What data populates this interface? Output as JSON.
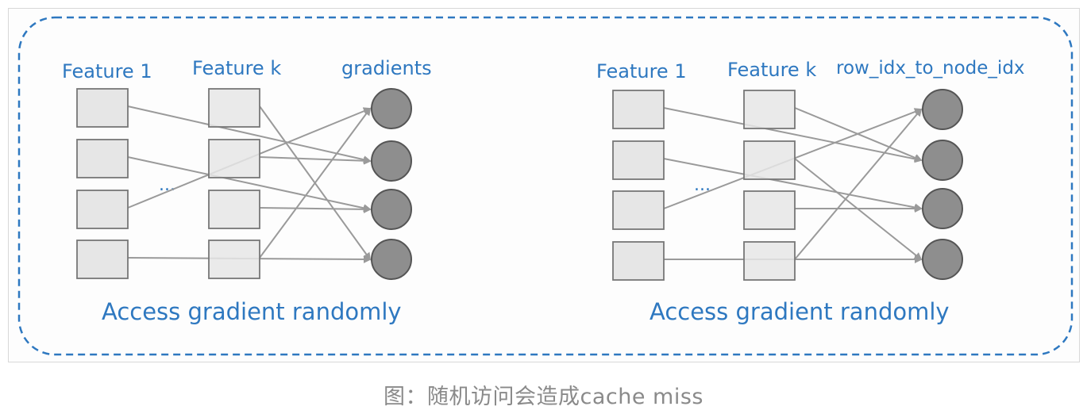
{
  "diagrams": [
    {
      "col1_label": "Feature 1",
      "col2_label": "Feature k",
      "col3_label": "gradients",
      "ellipsis": "...",
      "footer": "Access gradient randomly",
      "rows": 4,
      "links": [
        [
          0,
          1
        ],
        [
          1,
          2
        ],
        [
          2,
          0
        ],
        [
          3,
          3
        ],
        [
          4,
          3
        ],
        [
          5,
          1
        ],
        [
          6,
          2
        ],
        [
          7,
          0
        ]
      ]
    },
    {
      "col1_label": "Feature 1",
      "col2_label": "Feature k",
      "col3_label": "row_idx_to_node_idx",
      "ellipsis": "...",
      "footer": "Access gradient randomly",
      "rows": 4,
      "links": [
        [
          0,
          1
        ],
        [
          1,
          2
        ],
        [
          2,
          0
        ],
        [
          3,
          3
        ],
        [
          4,
          1
        ],
        [
          5,
          3
        ],
        [
          6,
          2
        ],
        [
          7,
          0
        ]
      ]
    }
  ],
  "caption": "图：随机访问会造成cache miss",
  "colors": {
    "dash_border": "#2e78c0",
    "text_blue": "#2e78c0",
    "box_fill": "#e6e6e6",
    "box_stroke": "#777777",
    "node_fill": "#8e8e8e",
    "node_stroke": "#555555",
    "arrow": "#9a9a9a",
    "caption": "#8a8a8a"
  }
}
